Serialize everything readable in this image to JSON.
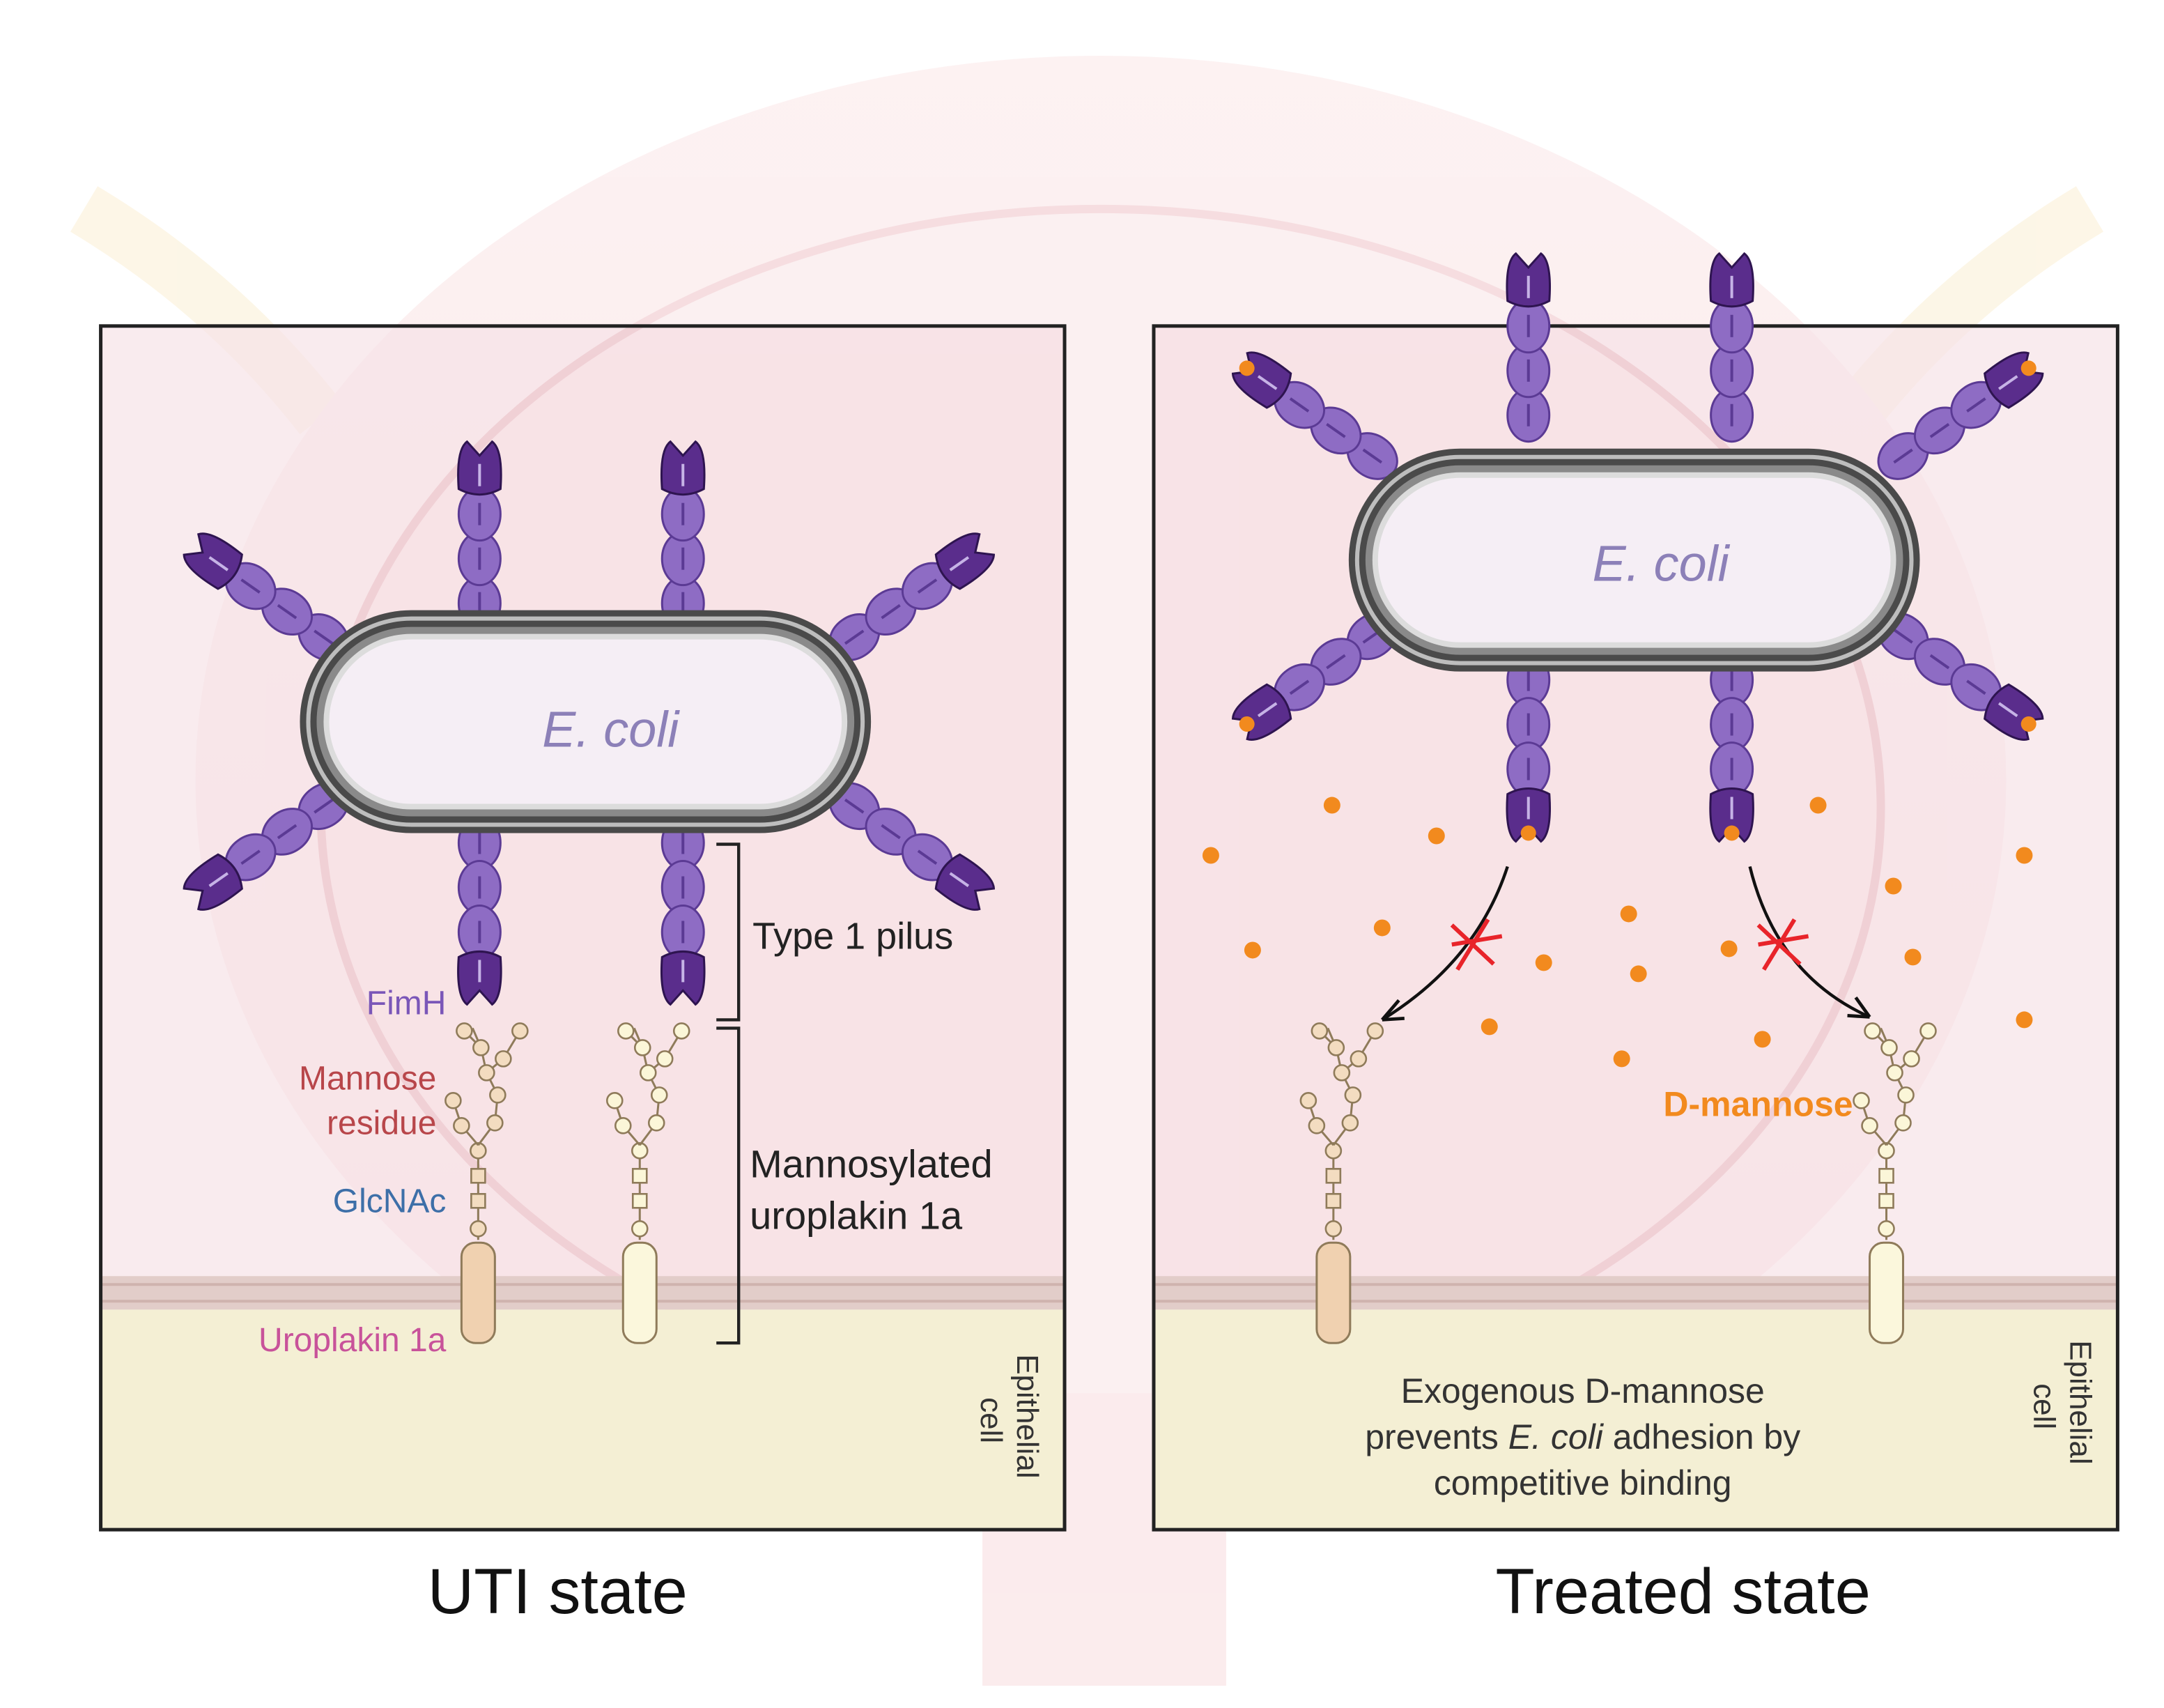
{
  "colors": {
    "pilus_fill": "#8e6cc4",
    "pilus_stroke": "#5b3a94",
    "fimh_fill": "#5a2d8c",
    "dmannose": "#f28a1e",
    "cross": "#e8242a",
    "bladder": "#f4c9cc",
    "panel_bg": "#f8e9ec",
    "epithelium": "#f3efd2",
    "membrane": "#d9c3c0",
    "uroplakin_bound": "#f0d1b0",
    "uroplakin_free": "#fbf7dc",
    "label_fimh": "#7a56b8",
    "label_mannose": "#b8464a",
    "label_glcnac": "#3d6fa8",
    "label_uroplakin": "#c8529a",
    "ecoli_text": "#8c80b8"
  },
  "left_panel": {
    "ecoli_label": "E. coli",
    "label_fimh": "FimH",
    "label_mannose_line1": "Mannose",
    "label_mannose_line2": "residue",
    "label_glcnac": "GlcNAc",
    "label_uroplakin": "Uroplakin 1a",
    "label_pilus": "Type 1 pilus",
    "label_mannosylated_line1": "Mannosylated",
    "label_mannosylated_line2": "uroplakin 1a",
    "label_epithelial_line1": "Epithelial",
    "label_epithelial_line2": "cell",
    "caption": "UTI state"
  },
  "right_panel": {
    "ecoli_label": "E. coli",
    "label_dmannose": "D-mannose",
    "text_line1": "Exogenous D-mannose",
    "text_line2_a": "prevents ",
    "text_line2_b": "E. coli",
    "text_line2_c": " adhesion by",
    "text_line3": "competitive binding",
    "label_epithelial_line1": "Epithelial",
    "label_epithelial_line2": "cell",
    "caption": "Treated state"
  }
}
